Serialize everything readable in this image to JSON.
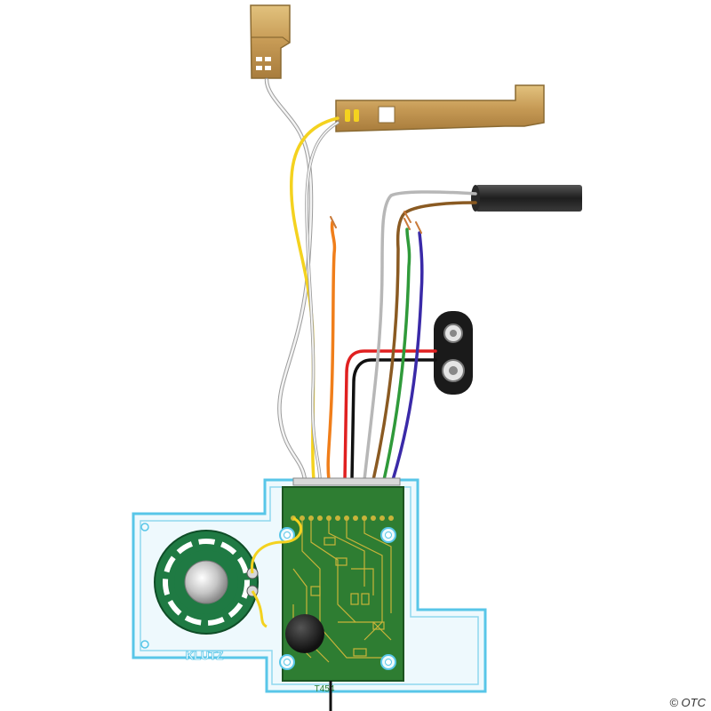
{
  "diagram": {
    "board_brand_text": "KLUTZ",
    "board_part_text": "T454",
    "watermark_text": "© OTC",
    "colors": {
      "background": "#ffffff",
      "case_outline": "#58c6e8",
      "case_fill": "#eef9fd",
      "pcb_green": "#2e7d32",
      "pcb_trace": "#c9b43a",
      "speaker_green": "#1f7a43",
      "brass": "#c9a464",
      "brass_dark": "#8a6a32",
      "cable_black": "#2a2a2a",
      "wire_yellow": "#f4d21f",
      "wire_white": "#f4f4f4",
      "wire_orange": "#f07e1a",
      "wire_red": "#e02020",
      "wire_black": "#111111",
      "wire_grey": "#b7b7b7",
      "wire_brown": "#8a5a22",
      "wire_green": "#2f9a3a",
      "wire_purple": "#3a2aa8"
    },
    "components": [
      "clip-contact",
      "long-contact-strip",
      "sensor-cable",
      "battery-snap",
      "circuit-board",
      "speaker",
      "plastic-case"
    ]
  }
}
